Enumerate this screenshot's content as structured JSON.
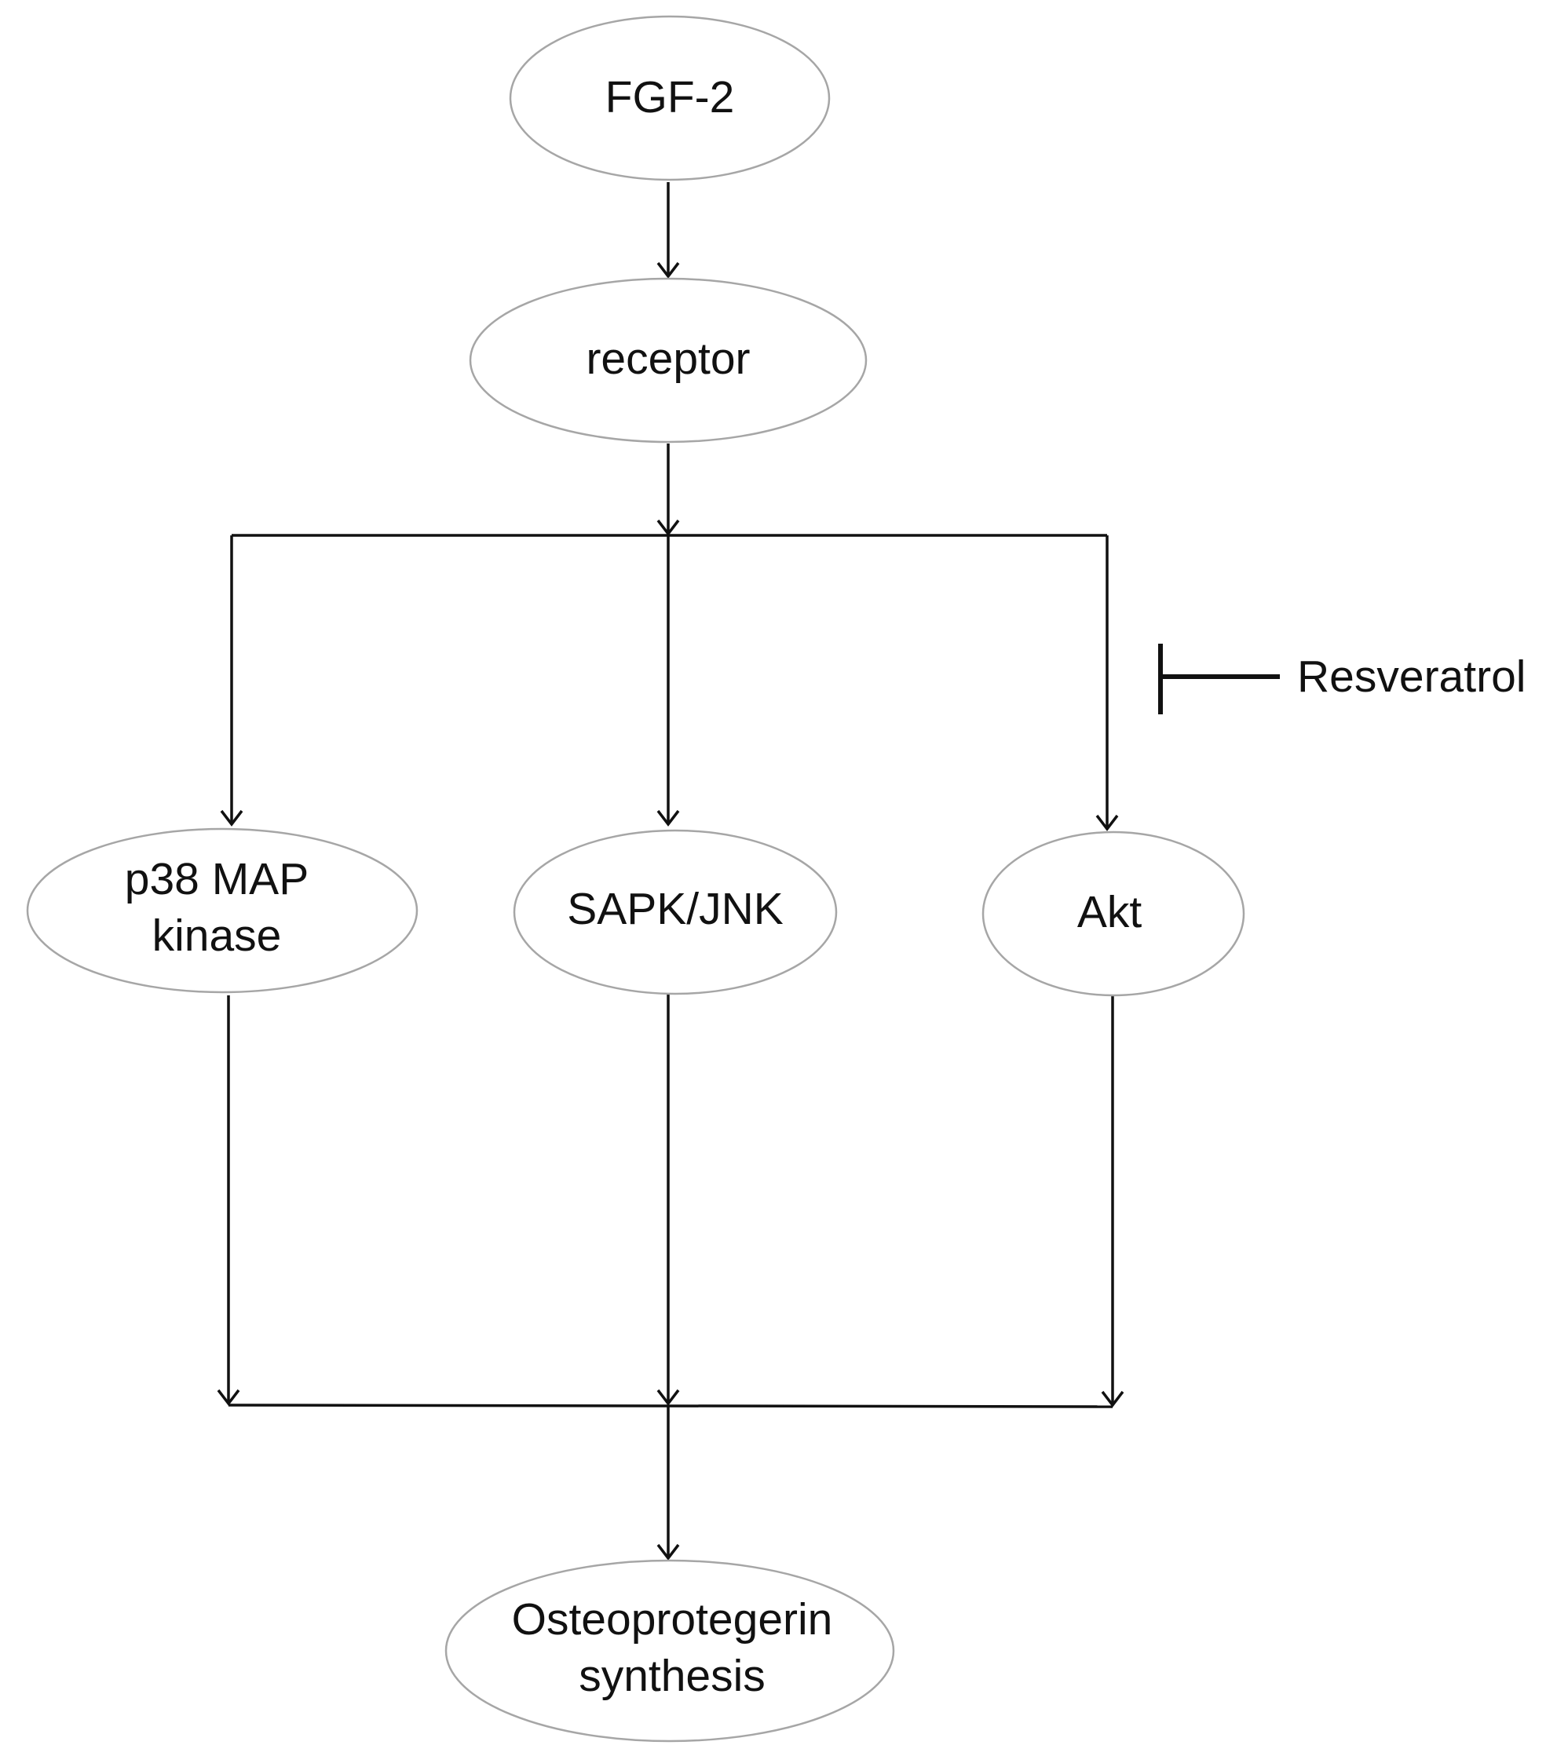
{
  "diagram": {
    "nodes": {
      "fgf2": [
        "FGF-2"
      ],
      "receptor": [
        "receptor"
      ],
      "p38": [
        "p38 MAP",
        "kinase"
      ],
      "sapk": [
        "SAPK/JNK"
      ],
      "akt": [
        "Akt"
      ],
      "opg": [
        "Osteoprotegerin",
        "synthesis"
      ]
    },
    "inhibitor": "Resveratrol",
    "edges": [
      {
        "from": "fgf2",
        "to": "receptor",
        "type": "activation"
      },
      {
        "from": "receptor",
        "to": "p38",
        "type": "activation"
      },
      {
        "from": "receptor",
        "to": "sapk",
        "type": "activation"
      },
      {
        "from": "receptor",
        "to": "akt",
        "type": "activation"
      },
      {
        "from": "p38",
        "to": "opg",
        "type": "activation"
      },
      {
        "from": "sapk",
        "to": "opg",
        "type": "activation"
      },
      {
        "from": "akt",
        "to": "opg",
        "type": "activation"
      },
      {
        "from": "Resveratrol",
        "to": "receptor-akt branch",
        "type": "inhibition"
      }
    ]
  }
}
